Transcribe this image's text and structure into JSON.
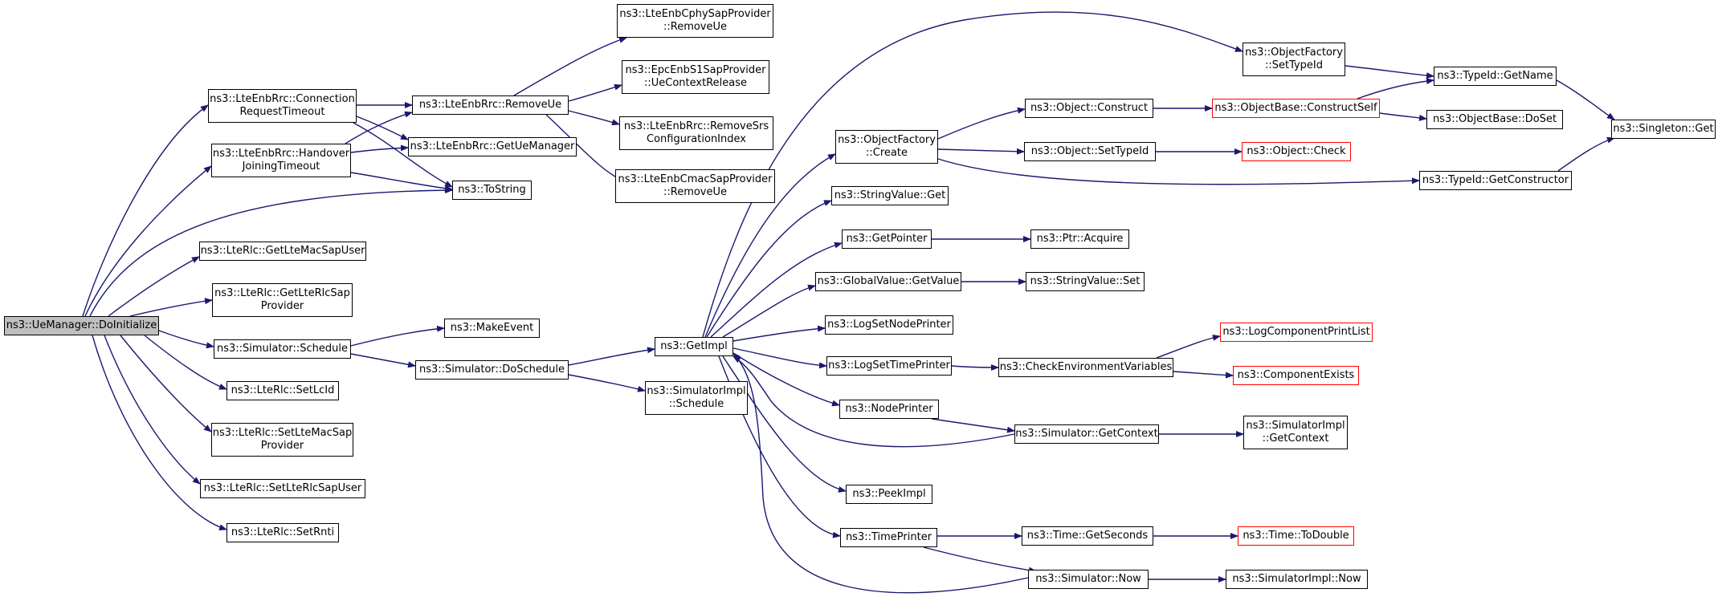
{
  "colors": {
    "edge": "#191970",
    "node_border": "#000000",
    "incomplete_node_border": "#ff0000",
    "root_fill": "#bfbfbf",
    "background": "#ffffff"
  },
  "nodes": {
    "root": "ns3::UeManager::DoInitialize",
    "connreq": "ns3::LteEnbRrc::Connection\nRequestTimeout",
    "handover": "ns3::LteEnbRrc::Handover\nJoiningTimeout",
    "getlmsu": "ns3::LteRlc::GetLteMacSapUser",
    "getlrsp": "ns3::LteRlc::GetLteRlcSap\nProvider",
    "schedule": "ns3::Simulator::Schedule",
    "setlcid": "ns3::LteRlc::SetLcId",
    "setlmsp": "ns3::LteRlc::SetLteMacSap\nProvider",
    "setlrsu": "ns3::LteRlc::SetLteRlcSapUser",
    "setrnti": "ns3::LteRlc::SetRnti",
    "removeue": "ns3::LteEnbRrc::RemoveUe",
    "getuemanager": "ns3::LteEnbRrc::GetUeManager",
    "tostring": "ns3::ToString",
    "makeevent": "ns3::MakeEvent",
    "doschedule": "ns3::Simulator::DoSchedule",
    "cphy": "ns3::LteEnbCphySapProvider\n::RemoveUe",
    "epc": "ns3::EpcEnbS1SapProvider\n::UeContextRelease",
    "removesrs": "ns3::LteEnbRrc::RemoveSrs\nConfigurationIndex",
    "cmac": "ns3::LteEnbCmacSapProvider\n::RemoveUe",
    "getimpl": "ns3::GetImpl",
    "simimplschedule": "ns3::SimulatorImpl\n::Schedule",
    "ofcreate": "ns3::ObjectFactory\n::Create",
    "svget": "ns3::StringValue::Get",
    "getpointer": "ns3::GetPointer",
    "gvgetvalue": "ns3::GlobalValue::GetValue",
    "logsetnode": "ns3::LogSetNodePrinter",
    "logsettime": "ns3::LogSetTimePrinter",
    "nodeprinter": "ns3::NodePrinter",
    "peekimpl": "ns3::PeekImpl",
    "timeprinter": "ns3::TimePrinter",
    "ofsettypeid": "ns3::ObjectFactory\n::SetTypeId",
    "objconstruct": "ns3::Object::Construct",
    "objsettypeid": "ns3::Object::SetTypeId",
    "ptracquire": "ns3::Ptr::Acquire",
    "svset": "ns3::StringValue::Set",
    "checkenv": "ns3::CheckEnvironmentVariables",
    "simgetcontext": "ns3::Simulator::GetContext",
    "timegetseconds": "ns3::Time::GetSeconds",
    "simnow": "ns3::Simulator::Now",
    "constructself": "ns3::ObjectBase::ConstructSelf",
    "objcheck": "ns3::Object::Check",
    "typeidgetconstructor": "ns3::TypeId::GetConstructor",
    "typeidgetname": "ns3::TypeId::GetName",
    "objbasedoset": "ns3::ObjectBase::DoSet",
    "singletonget": "ns3::Singleton::Get",
    "logcompprintlist": "ns3::LogComponentPrintList",
    "componentexists": "ns3::ComponentExists",
    "simimplgetcontext": "ns3::SimulatorImpl\n::GetContext",
    "timetodouble": "ns3::Time::ToDouble",
    "simimplnow": "ns3::SimulatorImpl::Now"
  }
}
